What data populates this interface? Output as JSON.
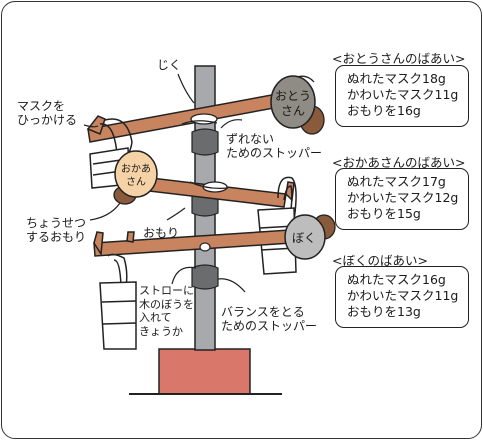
{
  "labels": {
    "shaft": "じく",
    "hook": "マスクを\nひっかける",
    "stopper_slip": "ずれない\nためのストッパー",
    "adjust_weight": "ちょうせつ\nするおもり",
    "weight": "おもり",
    "straw": "ストローに\n木のぼうを\n入れて\nきょうか",
    "stopper_balance": "バランスをとる\nためのストッパー"
  },
  "weights": {
    "father": [
      "おとう",
      "さん"
    ],
    "mother": [
      "おかあ",
      "さん"
    ],
    "me": [
      "ぼく"
    ]
  },
  "info": [
    {
      "title": "<おとうさんのばあい>",
      "lines": [
        "ぬれたマスク18g",
        "かわいたマスク11g",
        "おもりを16g"
      ]
    },
    {
      "title": "<おかあさんのばあい>",
      "lines": [
        "ぬれたマスク17g",
        "かわいたマスク12g",
        "おもりを15g"
      ]
    },
    {
      "title": "<ぼくのばあい>",
      "lines": [
        "ぬれたマスク16g",
        "かわいたマスク11g",
        "おもりを13g"
      ]
    }
  ],
  "colors": {
    "arm": "#c8845f",
    "pole": "#a7a9ac",
    "stopper": "#6a6c6e",
    "base": "#d9776a",
    "father_weight": "#8f8b85",
    "mother_weight": "#f6d3a6",
    "me_weight": "#bdbdbd",
    "bump": "#8a5a3c",
    "mask": "#ffffff"
  }
}
